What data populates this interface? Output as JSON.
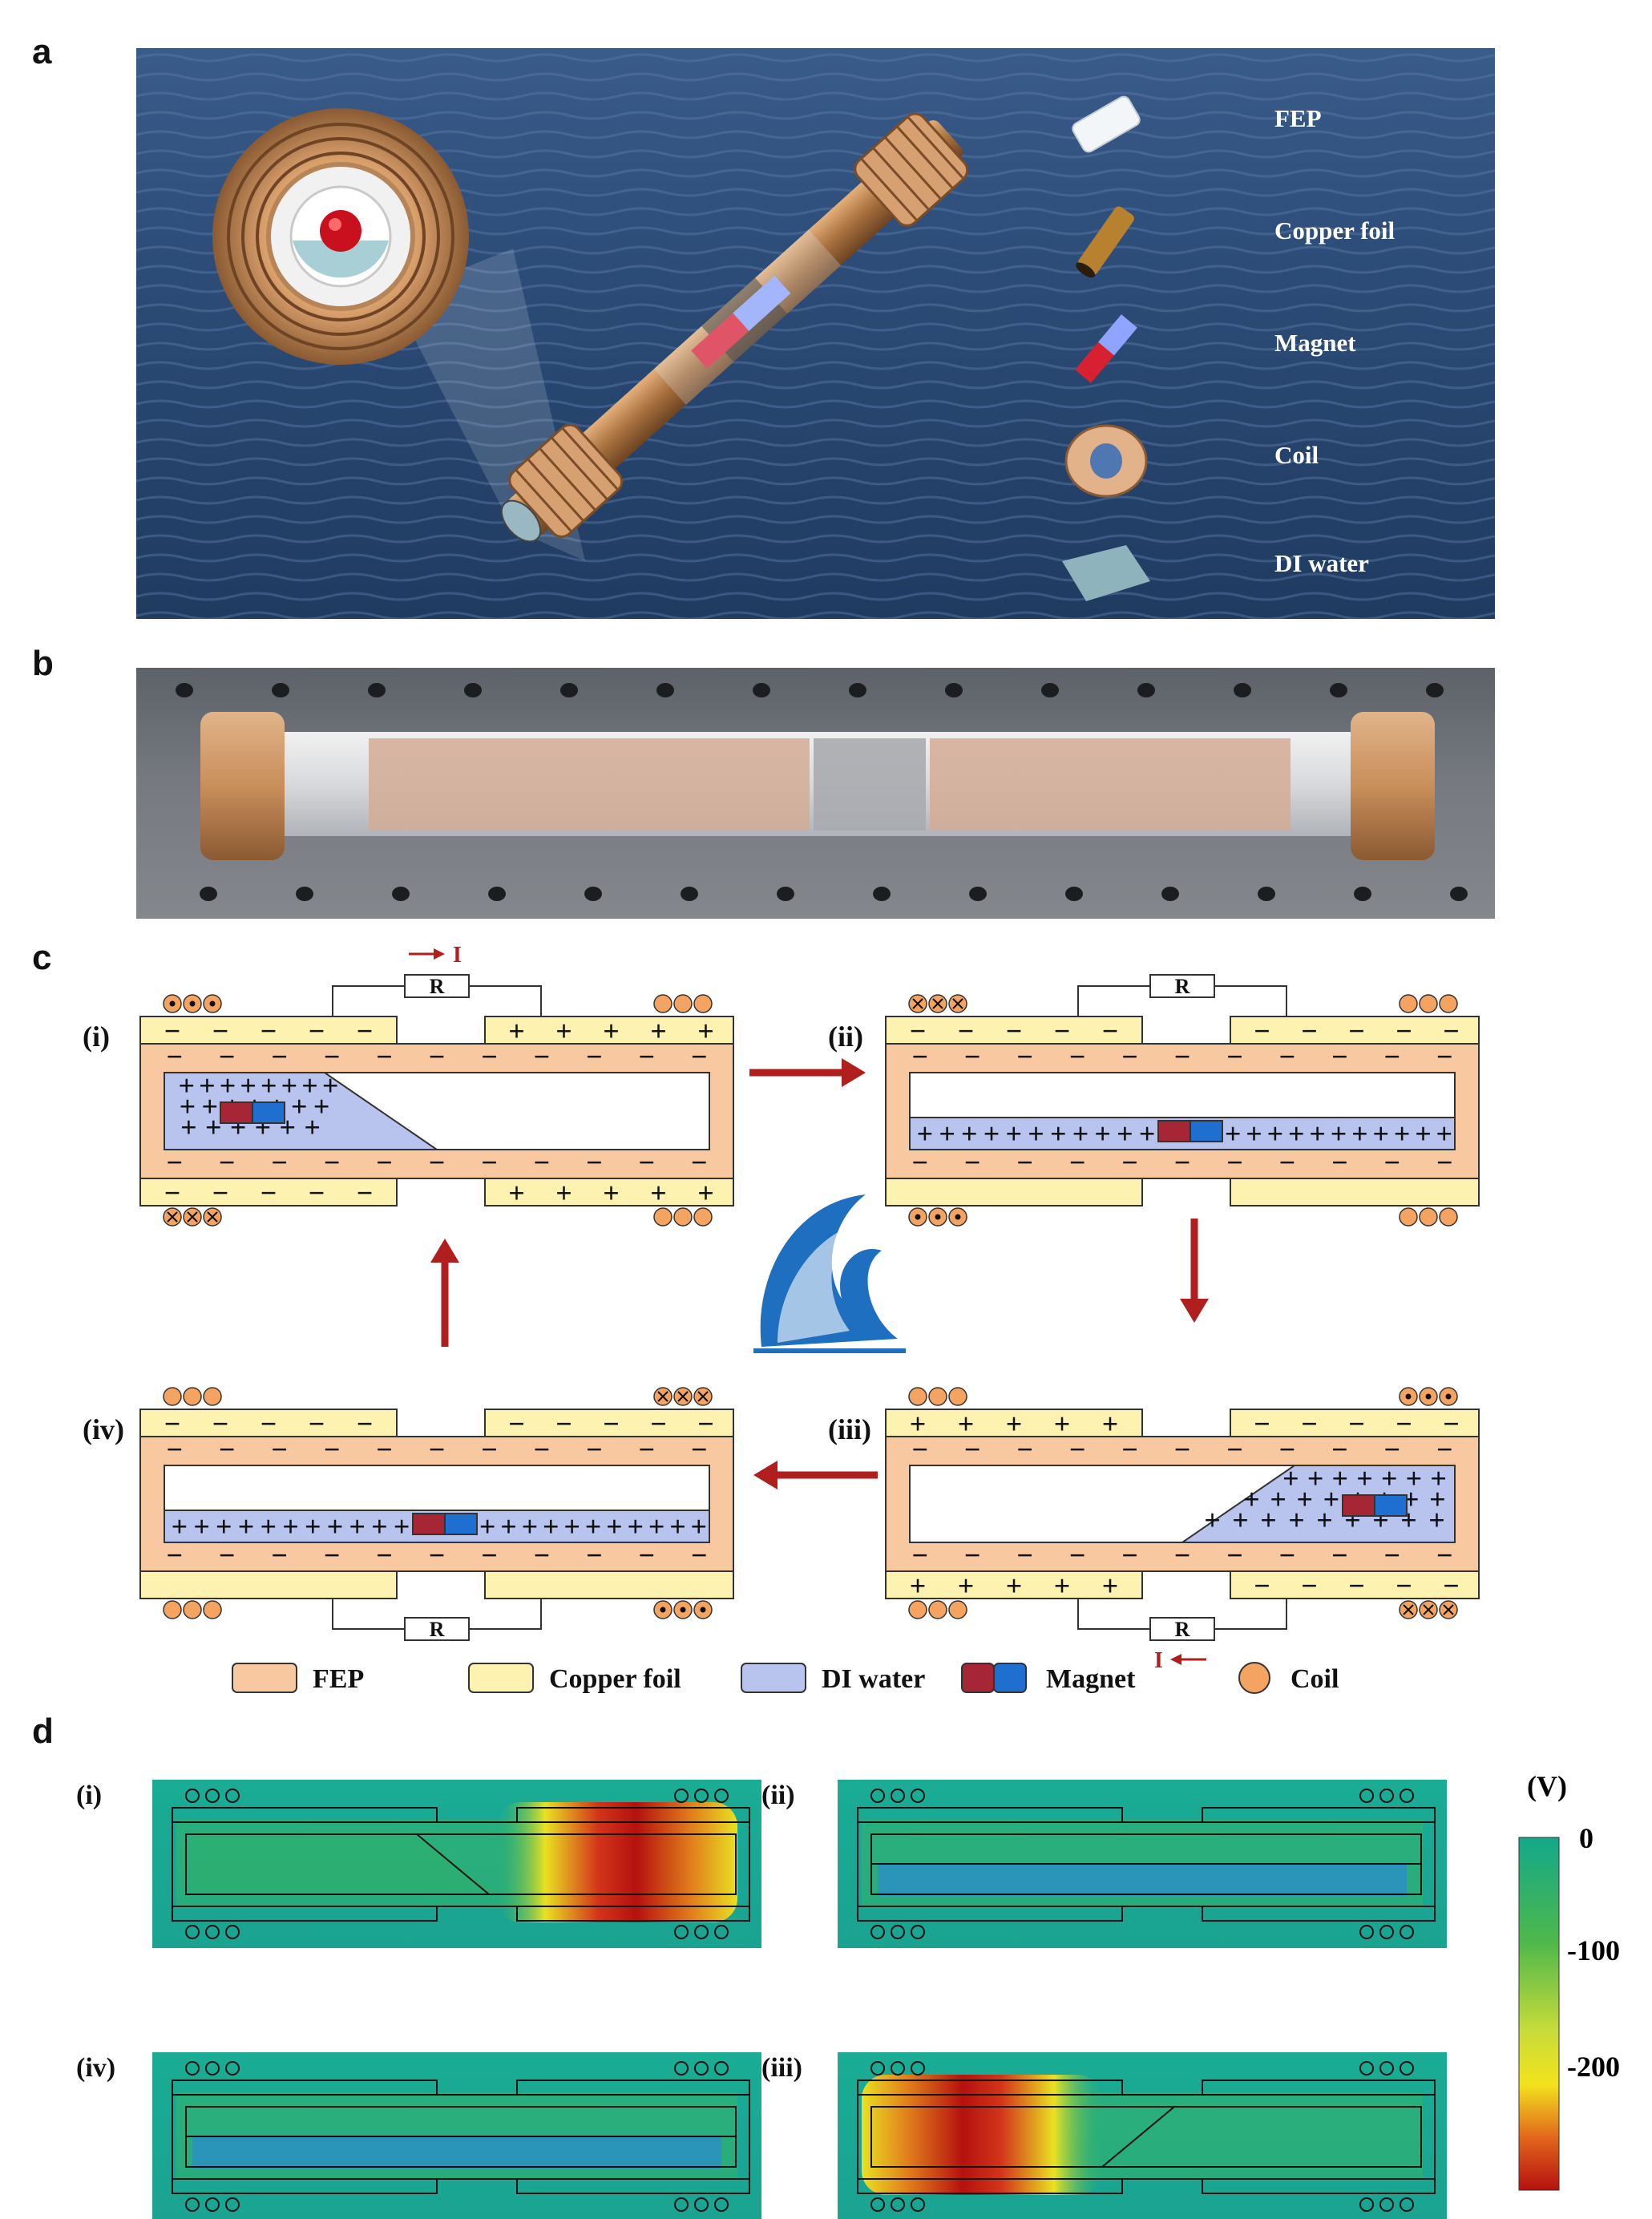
{
  "panels": {
    "a": "a",
    "b": "b",
    "c": "c",
    "d": "d"
  },
  "panel_a": {
    "components": [
      {
        "label": "FEP",
        "icon": "fep-tube-icon"
      },
      {
        "label": "Copper foil",
        "icon": "copper-foil-icon"
      },
      {
        "label": "Magnet",
        "icon": "magnet-icon"
      },
      {
        "label": "Coil",
        "icon": "coil-icon"
      },
      {
        "label": "DI water",
        "icon": "di-water-icon"
      }
    ]
  },
  "panel_c": {
    "stages": [
      "(i)",
      "(ii)",
      "(iii)",
      "(iv)"
    ],
    "resistor": "R",
    "current": "I",
    "legend": [
      {
        "label": "FEP",
        "color": "#f8c9a0"
      },
      {
        "label": "Copper foil",
        "color": "#fdf2b0"
      },
      {
        "label": "DI water",
        "color": "#b8c3ee"
      },
      {
        "label": "Magnet",
        "color": "#a62636"
      },
      {
        "label": "Coil",
        "color": "#f4a460"
      }
    ],
    "arrow_color": "#b01e1e"
  },
  "panel_d": {
    "stages": [
      "(i)",
      "(ii)",
      "(iv)",
      "(iii)"
    ],
    "colorbar": {
      "unit": "(V)",
      "ticks": [
        "0",
        "-100",
        "-200"
      ]
    },
    "colors": {
      "high": "#13a88a",
      "mid": "#f2e21d",
      "low": "#b5110f"
    }
  }
}
